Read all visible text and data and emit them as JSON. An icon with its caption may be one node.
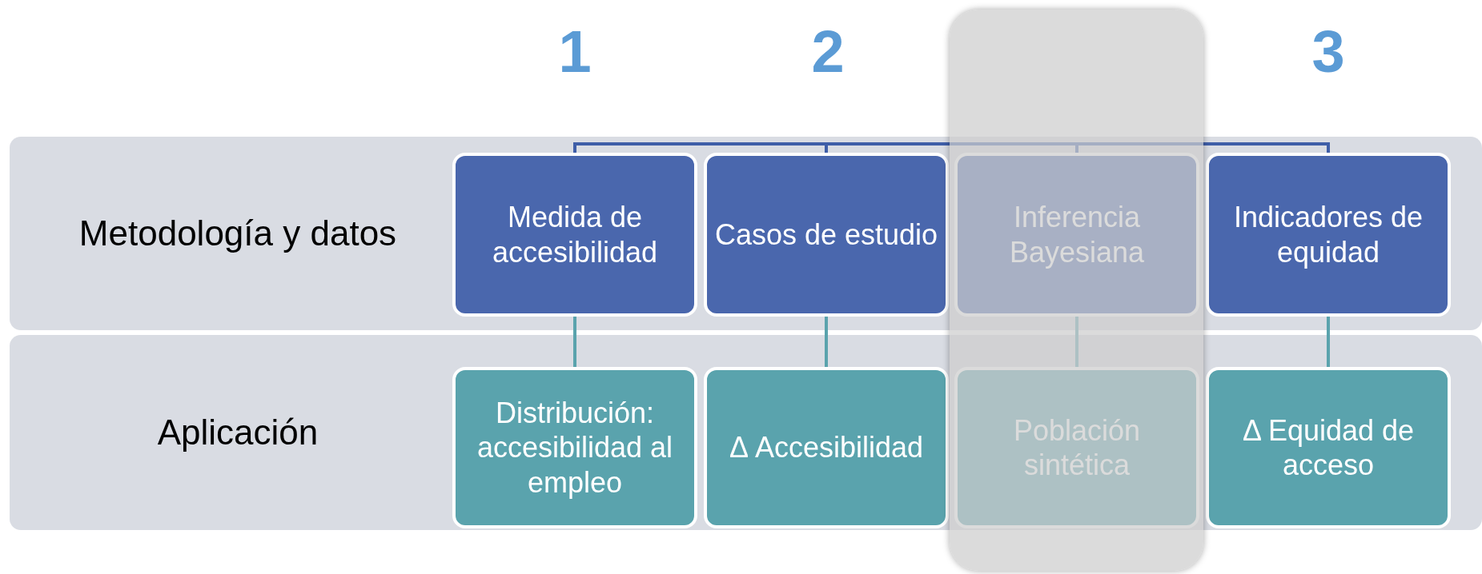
{
  "diagram": {
    "nodes": [
      {
        "text": [
          "Metodología y datos"
        ]
      },
      {
        "text": [
          "Medida de accesibilidad"
        ],
        "in": 0
      },
      {
        "text": [
          "Casos de estudio"
        ],
        "in": 0
      },
      {
        "text": [
          "Inferencia Bayesiana"
        ],
        "in": 0
      },
      {
        "text": [
          "Indicadores de equidad"
        ],
        "in": 0
      },
      {
        "text": [
          "Aplicación"
        ]
      },
      {
        "text": [
          "Distribución: accesibilidad al empleo"
        ],
        "in": 5
      },
      {
        "text": [
          "Δ Accesibilidad"
        ],
        "in": 5
      },
      {
        "text": [
          "Población sintética"
        ],
        "in": 5
      },
      {
        "text": [
          "Δ Equidad de acceso"
        ],
        "in": 5
      }
    ],
    "edges": [
      {
        "from": 1,
        "to": 6,
        "arrow": "none"
      },
      {
        "from": 2,
        "to": 7,
        "arrow": "none"
      },
      {
        "from": 3,
        "to": 8,
        "arrow": "none"
      },
      {
        "from": 4,
        "to": 9,
        "arrow": "none"
      }
    ],
    "labels": [
      "1",
      "2",
      "3"
    ]
  }
}
